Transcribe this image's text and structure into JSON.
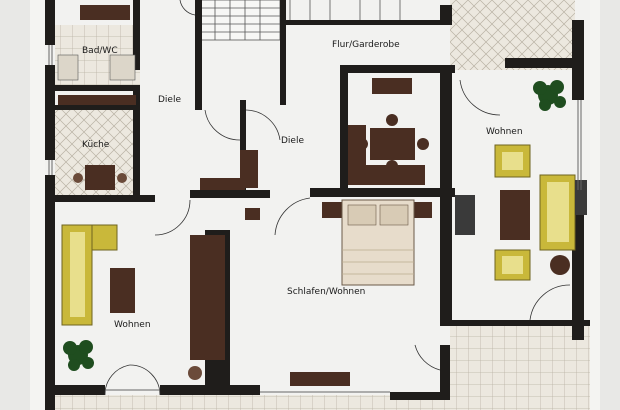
{
  "floor_plan": {
    "rooms": {
      "bad_wc": "Bad/WC",
      "flur_garderobe": "Flur/Garderobe",
      "diele_left": "Diele",
      "diele_center": "Diele",
      "kueche": "Küche",
      "wohnen_right": "Wohnen",
      "wohnen_left": "Wohnen",
      "schlafen_wohnen": "Schlafen/Wohnen"
    },
    "colors": {
      "wall": "#1f1d1b",
      "floor": "#f1f1ef",
      "tile": "#e9e5dc",
      "furniture": "#4a2e22",
      "sofa": "#c9b83a",
      "bed": "#e7dccb",
      "plant": "#1f4d1f"
    }
  }
}
